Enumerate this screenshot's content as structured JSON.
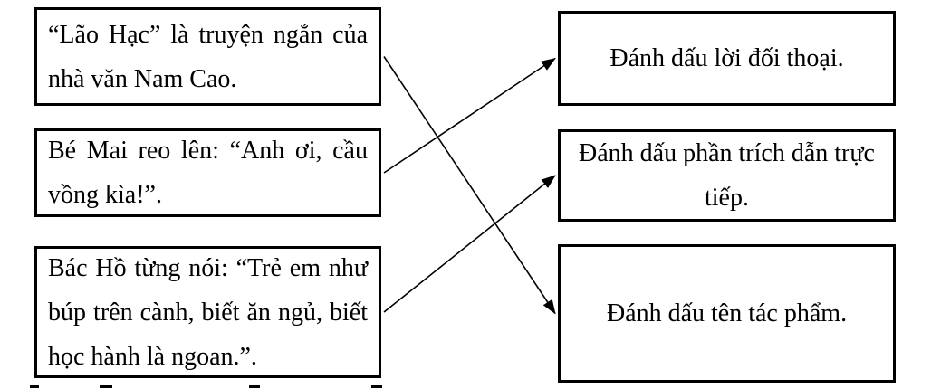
{
  "matching": {
    "left_items": [
      {
        "lines": [
          "“Lão Hạc” là truyện ngắn của",
          "nhà văn Nam Cao."
        ]
      },
      {
        "lines": [
          "Bé Mai reo lên: “Anh ơi, cầu",
          "vồng kìa!”."
        ]
      },
      {
        "lines": [
          "Bác Hồ từng nói: “Trẻ em như",
          "búp trên cành, biết ăn ngủ, biết",
          "học hành là ngoan.”."
        ]
      }
    ],
    "right_items": [
      {
        "lines": [
          "Đánh dấu lời đối thoại."
        ]
      },
      {
        "lines": [
          "Đánh dấu phần trích dẫn trực",
          "tiếp."
        ]
      },
      {
        "lines": [
          "Đánh dấu tên tác phẩm."
        ]
      }
    ],
    "connections": [
      {
        "from": 0,
        "to": 2
      },
      {
        "from": 1,
        "to": 0
      },
      {
        "from": 2,
        "to": 1
      }
    ]
  },
  "colors": {
    "text": "#000000",
    "box_border": "#000000",
    "background": "#ffffff",
    "arrow": "#000000"
  }
}
